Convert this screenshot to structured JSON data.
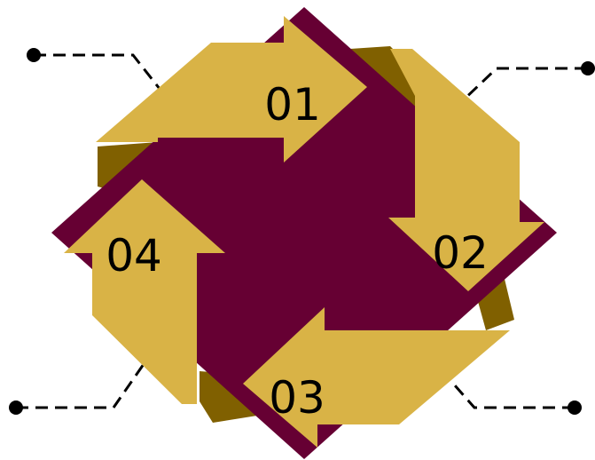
{
  "colors": {
    "background": "#ffffff",
    "diamond": "#660033",
    "arrow": "#d9b346",
    "arrow_shadow": "#806000",
    "connector": "#000000",
    "label": "#000000"
  },
  "steps": [
    {
      "label": "01",
      "direction": "right"
    },
    {
      "label": "02",
      "direction": "down"
    },
    {
      "label": "03",
      "direction": "left"
    },
    {
      "label": "04",
      "direction": "up"
    }
  ],
  "connectors": [
    {
      "position": "top-left",
      "style": "dashed",
      "endpoint": "dot"
    },
    {
      "position": "top-right",
      "style": "dashed",
      "endpoint": "dot"
    },
    {
      "position": "bottom-right",
      "style": "dashed",
      "endpoint": "dot"
    },
    {
      "position": "bottom-left",
      "style": "dashed",
      "endpoint": "dot"
    }
  ]
}
